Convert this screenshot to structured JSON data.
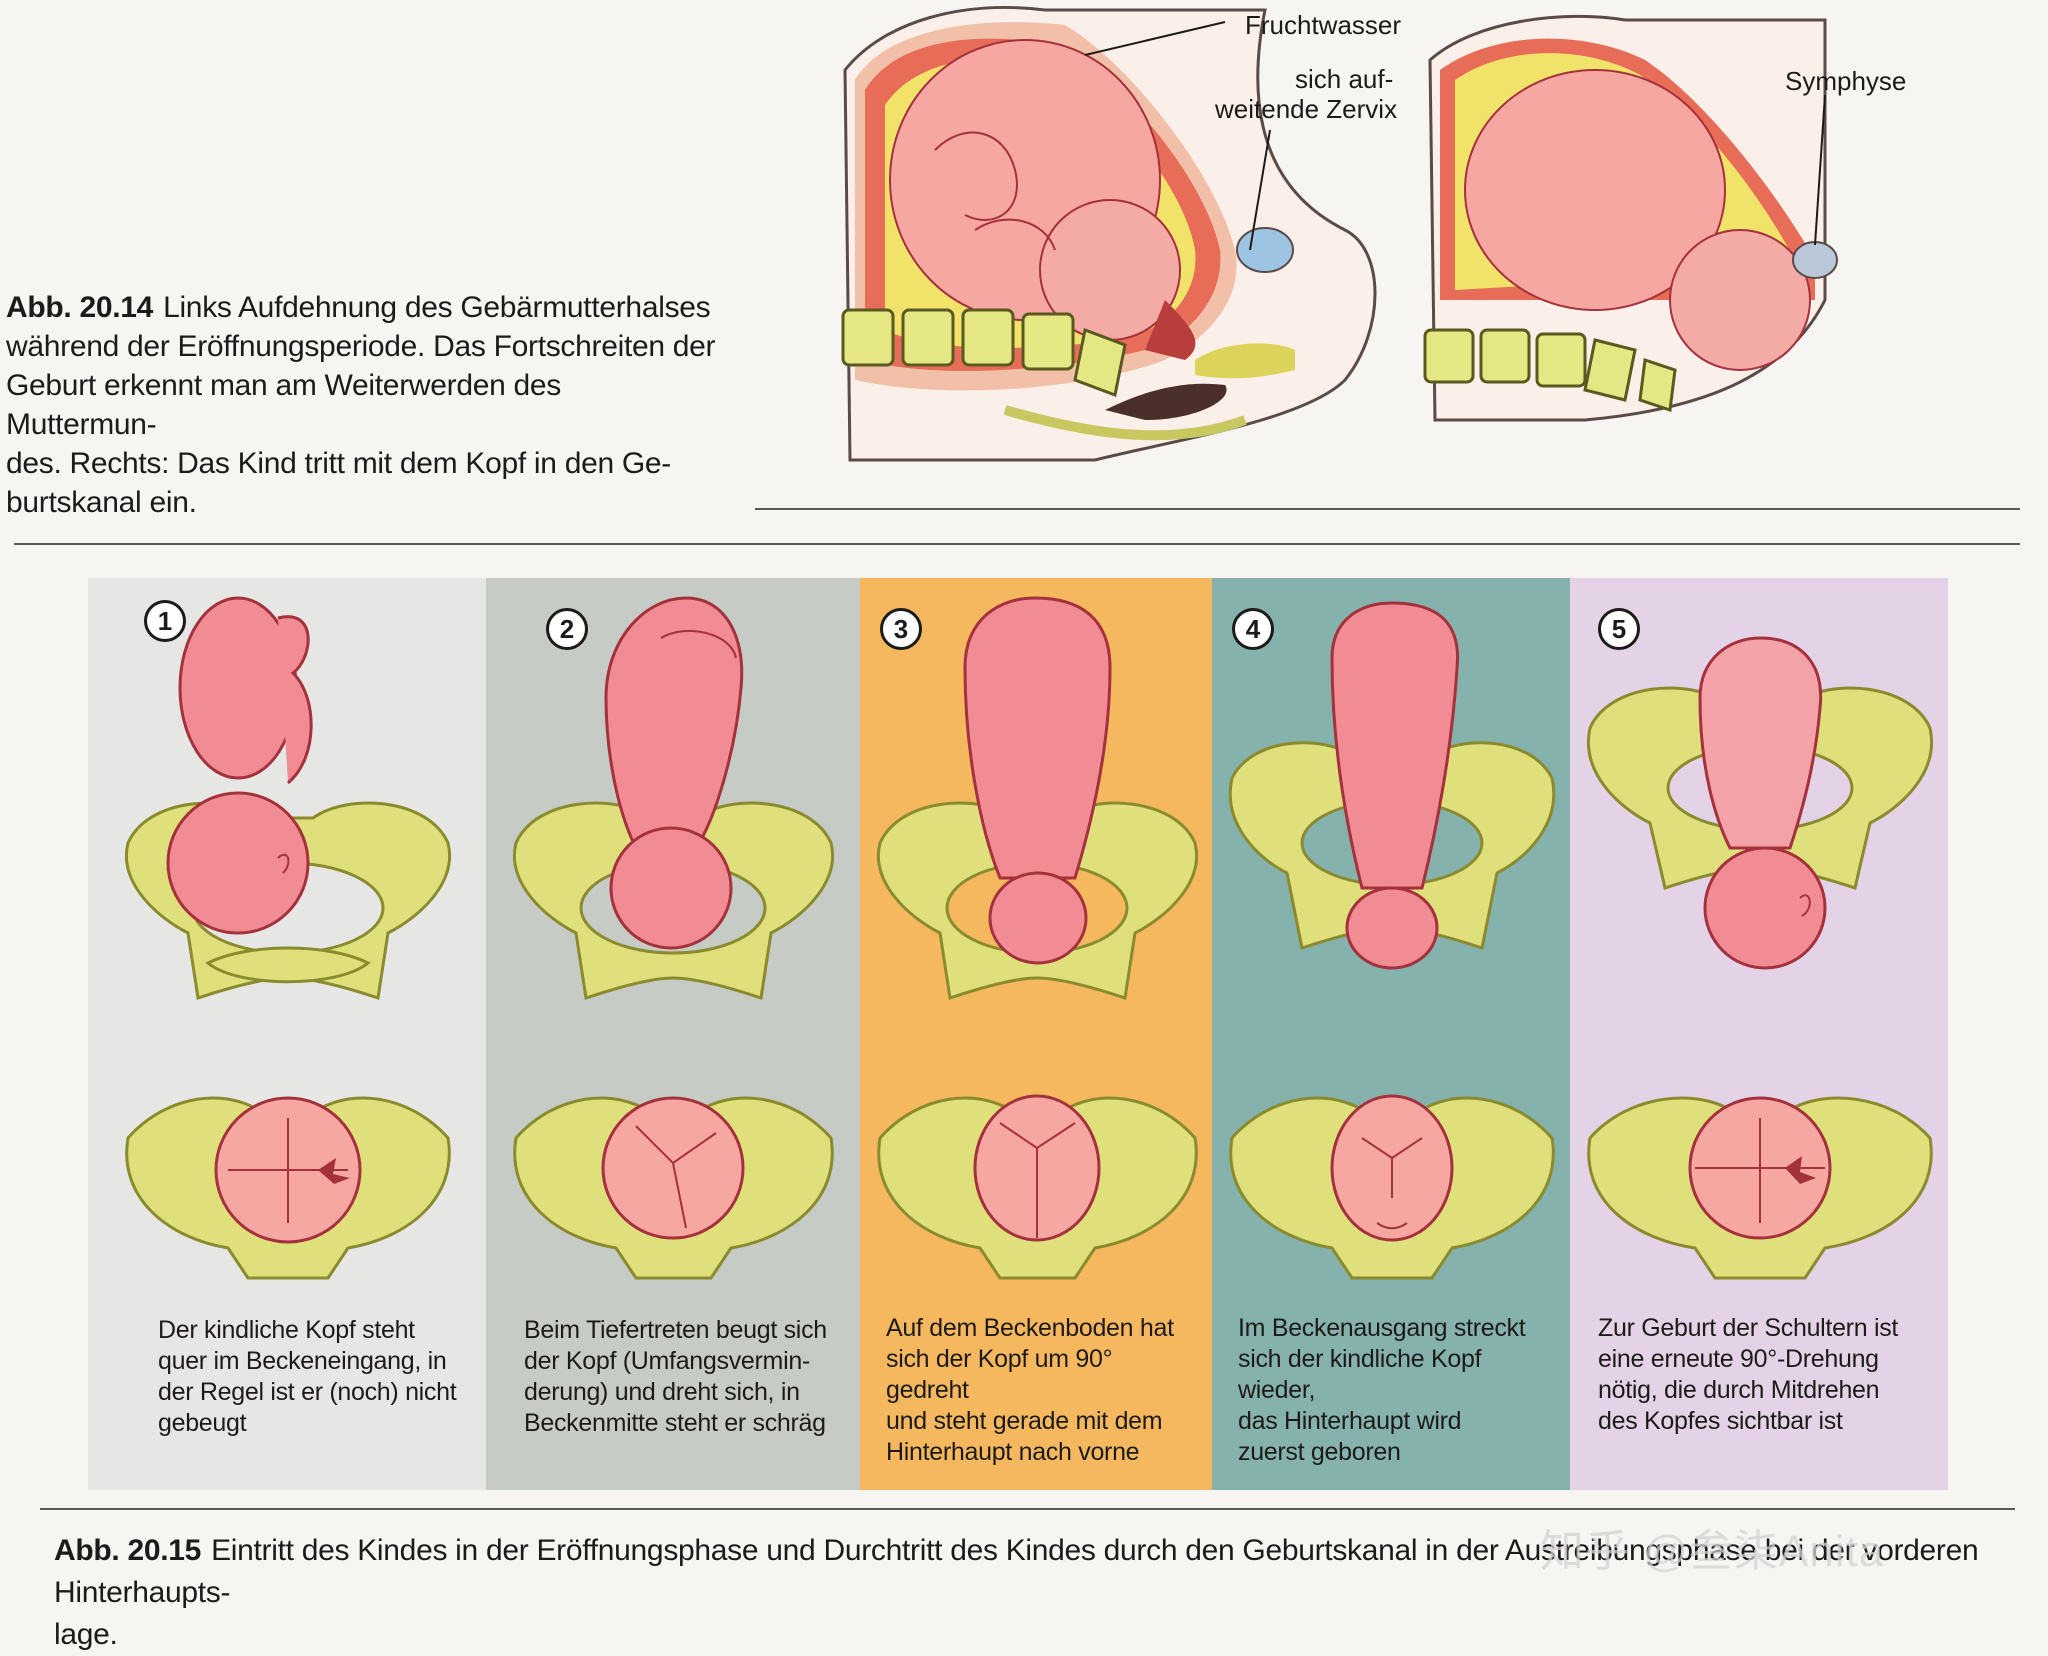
{
  "fig14": {
    "label": "Abb. 20.14",
    "lines": [
      "Links Aufdehnung des Gebärmutterhalses",
      "während der Eröffnungsperiode. Das Fortschreiten der",
      "Geburt erkennt man am Weiterwerden des Muttermun-",
      "des. Rechts: Das Kind tritt mit dem Kopf in den Ge-",
      "burtskanal ein."
    ],
    "labels": {
      "fruchtwasser": "Fruchtwasser",
      "zervix_1": "sich auf-",
      "zervix_2": "weitende Zervix",
      "symphyse": "Symphyse"
    }
  },
  "panels": [
    {
      "number": "1",
      "color": "#e6e7e4",
      "text": [
        "Der kindliche Kopf steht",
        "quer im Beckeneingang, in",
        "der Regel ist er (noch) nicht",
        "gebeugt"
      ]
    },
    {
      "number": "2",
      "color": "#c7cbc5",
      "text": [
        "Beim Tiefertreten beugt sich",
        "der Kopf (Umfangsvermin-",
        "derung) und dreht sich, in",
        "Beckenmitte steht er schräg"
      ]
    },
    {
      "number": "3",
      "color": "#f5b85f",
      "text": [
        "Auf dem Beckenboden hat",
        "sich der Kopf um 90° gedreht",
        "und steht gerade mit dem",
        "Hinterhaupt nach vorne"
      ]
    },
    {
      "number": "4",
      "color": "#86b2ad",
      "text": [
        "Im Beckenausgang streckt",
        "sich der kindliche Kopf wieder,",
        "das Hinterhaupt wird",
        "zuerst geboren"
      ]
    },
    {
      "number": "5",
      "color": "#e4d3e6",
      "text": [
        "Zur Geburt der Schultern ist",
        "eine erneute 90°-Drehung",
        "nötig, die durch Mitdrehen",
        "des Kopfes sichtbar ist"
      ]
    }
  ],
  "fig15": {
    "label": "Abb. 20.15",
    "text": "Eintritt des Kindes in der Eröffnungsphase und Durchtritt des Kindes durch den Geburtskanal in der Austreibungsphase bei der vorderen Hinterhaupts-",
    "text_2": "lage."
  },
  "watermark": "知乎 @叁柒Anita",
  "colors": {
    "pelvis": "#dfe07c",
    "pelvis_stroke": "#8a8a2e",
    "baby": "#f28c94",
    "baby_stroke": "#a4323c",
    "uterus": "#e86d58"
  }
}
